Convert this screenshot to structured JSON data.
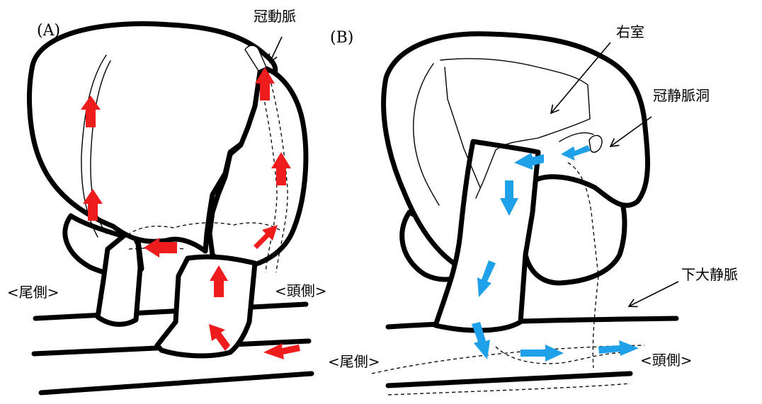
{
  "panels": {
    "a": {
      "label": "(A)",
      "labels": {
        "coronary_artery": "冠動脈",
        "caudal": "<尾側>",
        "cranial": "<頭側>"
      },
      "arrow_color": "#ee1c1c"
    },
    "b": {
      "label": "(B)",
      "labels": {
        "right_ventricle": "右室",
        "coronary_sinus": "冠静脈洞",
        "inferior_vena_cava": "下大静脈",
        "caudal": "<尾側>",
        "cranial": "<頭側>"
      },
      "arrow_color": "#1ea1e8"
    }
  },
  "icons": {
    "flow_arrow_a": "red-flow-arrow",
    "flow_arrow_b": "blue-flow-arrow",
    "pointer": "pointer-arrow"
  }
}
